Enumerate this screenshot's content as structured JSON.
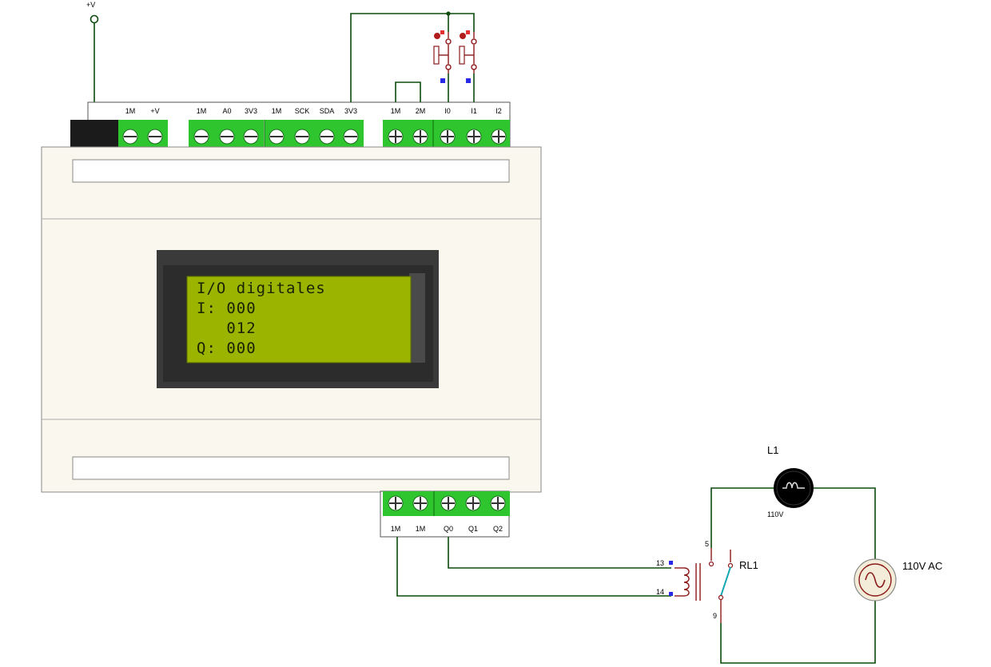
{
  "supply": {
    "label": "+V"
  },
  "top_terminals": {
    "left_labels": [
      "1M",
      "+V"
    ],
    "analog_labels": [
      "1M",
      "A0",
      "3V3"
    ],
    "i2c_labels": [
      "1M",
      "SCK",
      "SDA",
      "3V3"
    ],
    "input_labels": [
      "1M",
      "2M",
      "I0",
      "I1",
      "I2"
    ]
  },
  "bottom_terminals": {
    "labels": [
      "1M",
      "1M",
      "Q0",
      "Q1",
      "Q2"
    ]
  },
  "lcd": {
    "line1": "I/O digitales",
    "line2": "I: 000",
    "line3": "   012",
    "line4": "Q: 000"
  },
  "relay": {
    "name": "RL1",
    "coil_pin_top": "13",
    "coil_pin_bottom": "14",
    "contact_no": "5",
    "contact_common": "9"
  },
  "lamp": {
    "name": "L1",
    "rating": "110V"
  },
  "ac_source": {
    "label": "110V AC"
  }
}
